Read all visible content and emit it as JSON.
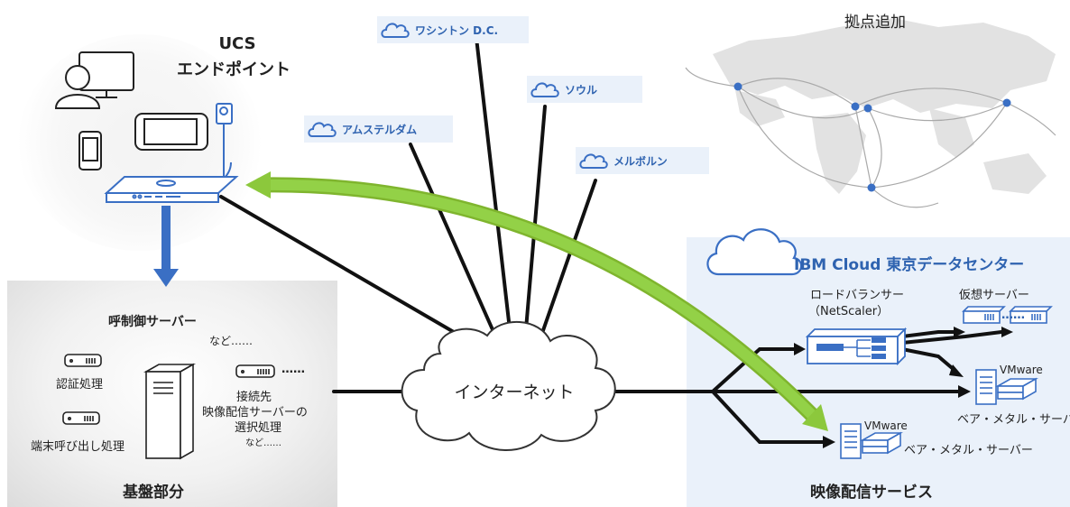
{
  "endpoint": {
    "title_line1": "UCS",
    "title_line2": "エンドポイント"
  },
  "base": {
    "call_control": "呼制御サーバー",
    "etc": "など……",
    "auth": "認証処理",
    "terminal_call": "端末呼び出し処理",
    "dots": "……",
    "connect_line1": "接続先",
    "connect_line2": "映像配信サーバーの",
    "connect_line3": "選択処理",
    "connect_etc": "など……",
    "title": "基盤部分"
  },
  "cities": [
    "ワシントン D.C.",
    "ソウル",
    "アムステルダム",
    "メルボルン"
  ],
  "map": {
    "title": "拠点追加"
  },
  "internet": "インターネット",
  "datacenter": {
    "title": "IBM Cloud 東京データセンター",
    "lb_line1": "ロードバランサー",
    "lb_line2": "（NetScaler）",
    "virtual_servers": "仮想サーバー",
    "vs_dots": "……",
    "vmware": "VMware",
    "bare_metal": "ベア・メタル・サーバー",
    "service_title": "映像配信サービス"
  },
  "colors": {
    "accent_green": "#8cc83c",
    "accent_blue": "#3a6fc4",
    "panel_blue": "#eaf1fa",
    "icon_blue": "#4a78c4"
  }
}
